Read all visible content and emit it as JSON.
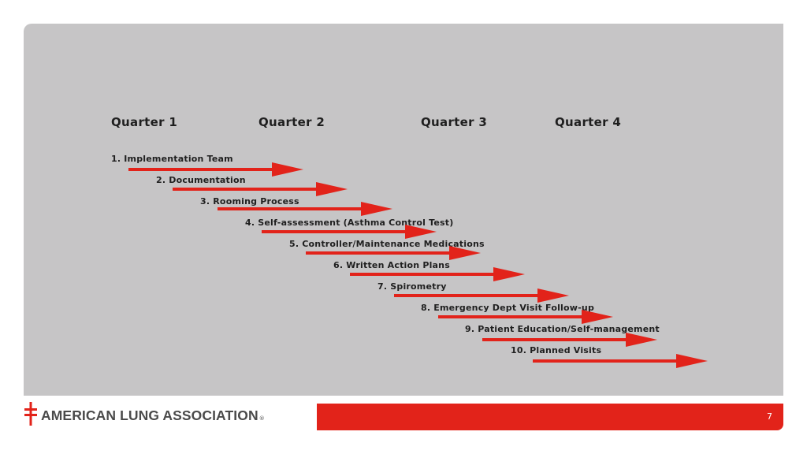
{
  "quarters": [
    "Quarter 1",
    "Quarter 2",
    "Quarter 3",
    "Quarter 4"
  ],
  "steps": [
    "1. Implementation Team",
    "2. Documentation",
    "3. Rooming Process",
    "4. Self-assessment (Asthma Control Test)",
    "5. Controller/Maintenance Medications",
    "6. Written Action Plans",
    "7. Spirometry",
    "8. Emergency Dept Visit Follow-up",
    "9. Patient Education/Self-management",
    "10. Planned Visits"
  ],
  "footer": {
    "logo_text": "AMERICAN LUNG ASSOCIATION",
    "registered_mark": "®",
    "page_number": "7"
  },
  "colors": {
    "panel": "#c6c5c6",
    "accent_red": "#e2231a",
    "text_dark": "#1f1f1f",
    "logo_gray": "#4a4a4a"
  },
  "icons": {
    "logo_cross": "double-barred-cross-icon",
    "arrow": "right-arrow-icon"
  }
}
